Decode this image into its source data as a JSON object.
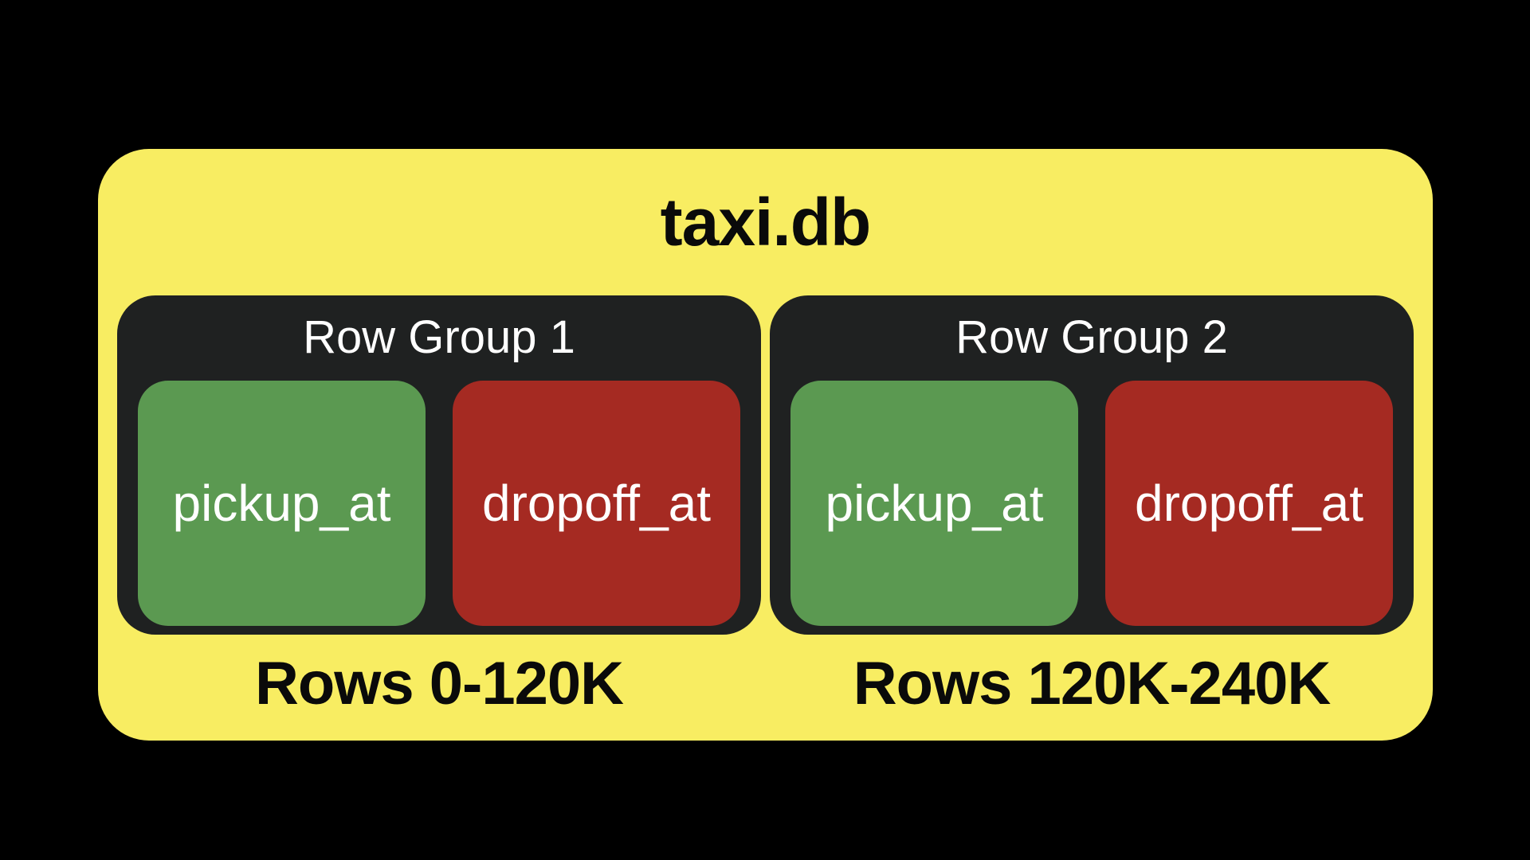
{
  "diagram": {
    "title": "taxi.db",
    "row_groups": [
      {
        "label": "Row Group 1",
        "rows_range": "Rows 0-120K",
        "columns": [
          {
            "name": "pickup_at"
          },
          {
            "name": "dropoff_at"
          }
        ]
      },
      {
        "label": "Row Group 2",
        "rows_range": "Rows 120K-240K",
        "columns": [
          {
            "name": "pickup_at"
          },
          {
            "name": "dropoff_at"
          }
        ]
      }
    ],
    "colors": {
      "canvas_background": "#000000",
      "file_fill": "#F8ED62",
      "row_group_fill": "#1F2121",
      "pickup_fill": "#5B9951",
      "dropoff_fill": "#A52A22",
      "title_text": "#0a0a0a",
      "group_label_text": "#FFFFFF",
      "column_label_text": "#FFFFFF",
      "rows_label_text": "#0a0a0a"
    }
  }
}
